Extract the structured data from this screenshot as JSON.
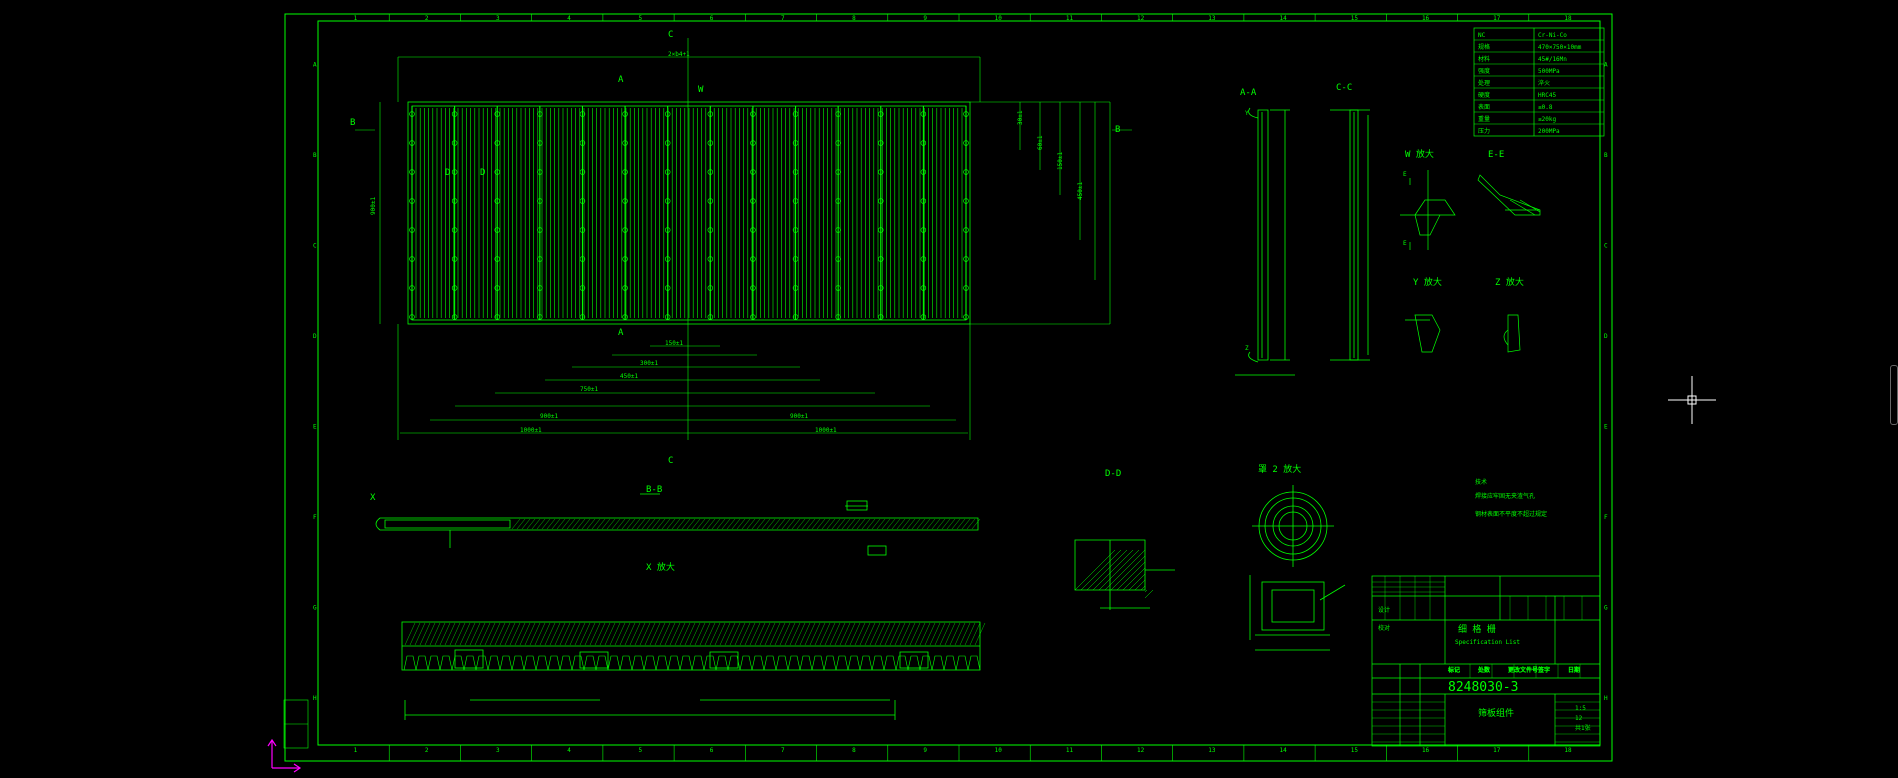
{
  "colors": {
    "background": "#000000",
    "line": "#00ff00",
    "ucs": "#ff00ff",
    "cursor": "#ffffff"
  },
  "border": {
    "columns": [
      "1",
      "2",
      "3",
      "4",
      "5",
      "6",
      "7",
      "8",
      "9",
      "10",
      "11",
      "12",
      "13",
      "14",
      "15",
      "16",
      "17",
      "18"
    ],
    "rows": [
      "A",
      "B",
      "C",
      "D",
      "E",
      "F",
      "G",
      "H"
    ]
  },
  "views": {
    "section_c_top": "C",
    "section_c_bottom": "C",
    "section_a_top": "A",
    "section_a_bottom": "A",
    "section_b_left": "B",
    "section_b_right": "B",
    "label_w": "W",
    "label_d1": "D",
    "label_d2": "D",
    "label_x": "X",
    "aa": "A-A",
    "cc": "C-C",
    "bb": "B-B",
    "dd": "D-D",
    "ee": "E-E",
    "w_detail": "W 放大",
    "y_detail": "Y 放大",
    "z_detail": "Z 放大",
    "x_detail": "X 放大",
    "ring_detail": "罩 2 放大",
    "label_y": "Y",
    "label_z": "Z",
    "label_e1": "E",
    "label_e2": "E"
  },
  "dims": {
    "overall_width": "2×b4+1",
    "bottom_total_left": "1000±1",
    "bottom_total_right": "1000±1",
    "bottom_900_left": "900±1",
    "bottom_900_right": "900±1",
    "bottom_750": "750±1",
    "bottom_450": "450±1",
    "bottom_300": "300±1",
    "bottom_150": "150±1",
    "right_1": "30±1",
    "right_2": "60±1",
    "right_3": "150±1",
    "right_4": "450±1",
    "height_main": "900±1"
  },
  "notes": {
    "title": "技术",
    "line1": "焊接应牢固无夹渣气孔",
    "line2": "钢材表面不平度不超过规定"
  },
  "param_table": [
    [
      "NC",
      "Cr-Ni-Co"
    ],
    [
      "规格",
      "470×750×10mm"
    ],
    [
      "材料",
      "45#/16Mn"
    ],
    [
      "强度",
      "500MPa"
    ],
    [
      "处理",
      "淬火"
    ],
    [
      "硬度",
      "HRC45"
    ],
    [
      "表面",
      "≤0.8"
    ],
    [
      "重量",
      "≤20kg"
    ],
    [
      "压力",
      "200MPa"
    ]
  ],
  "title_block": {
    "drawing_no": "8248030-3",
    "part_name": "筛板组件",
    "company": "细 格 栅",
    "company_en": "Specification List",
    "scale": "1:5",
    "sheet": "共1张",
    "weight": "12",
    "top_rows": [
      "标记",
      "处数",
      "更改文件号",
      "签字",
      "日期"
    ],
    "designer": "设计",
    "checker": "校对"
  }
}
